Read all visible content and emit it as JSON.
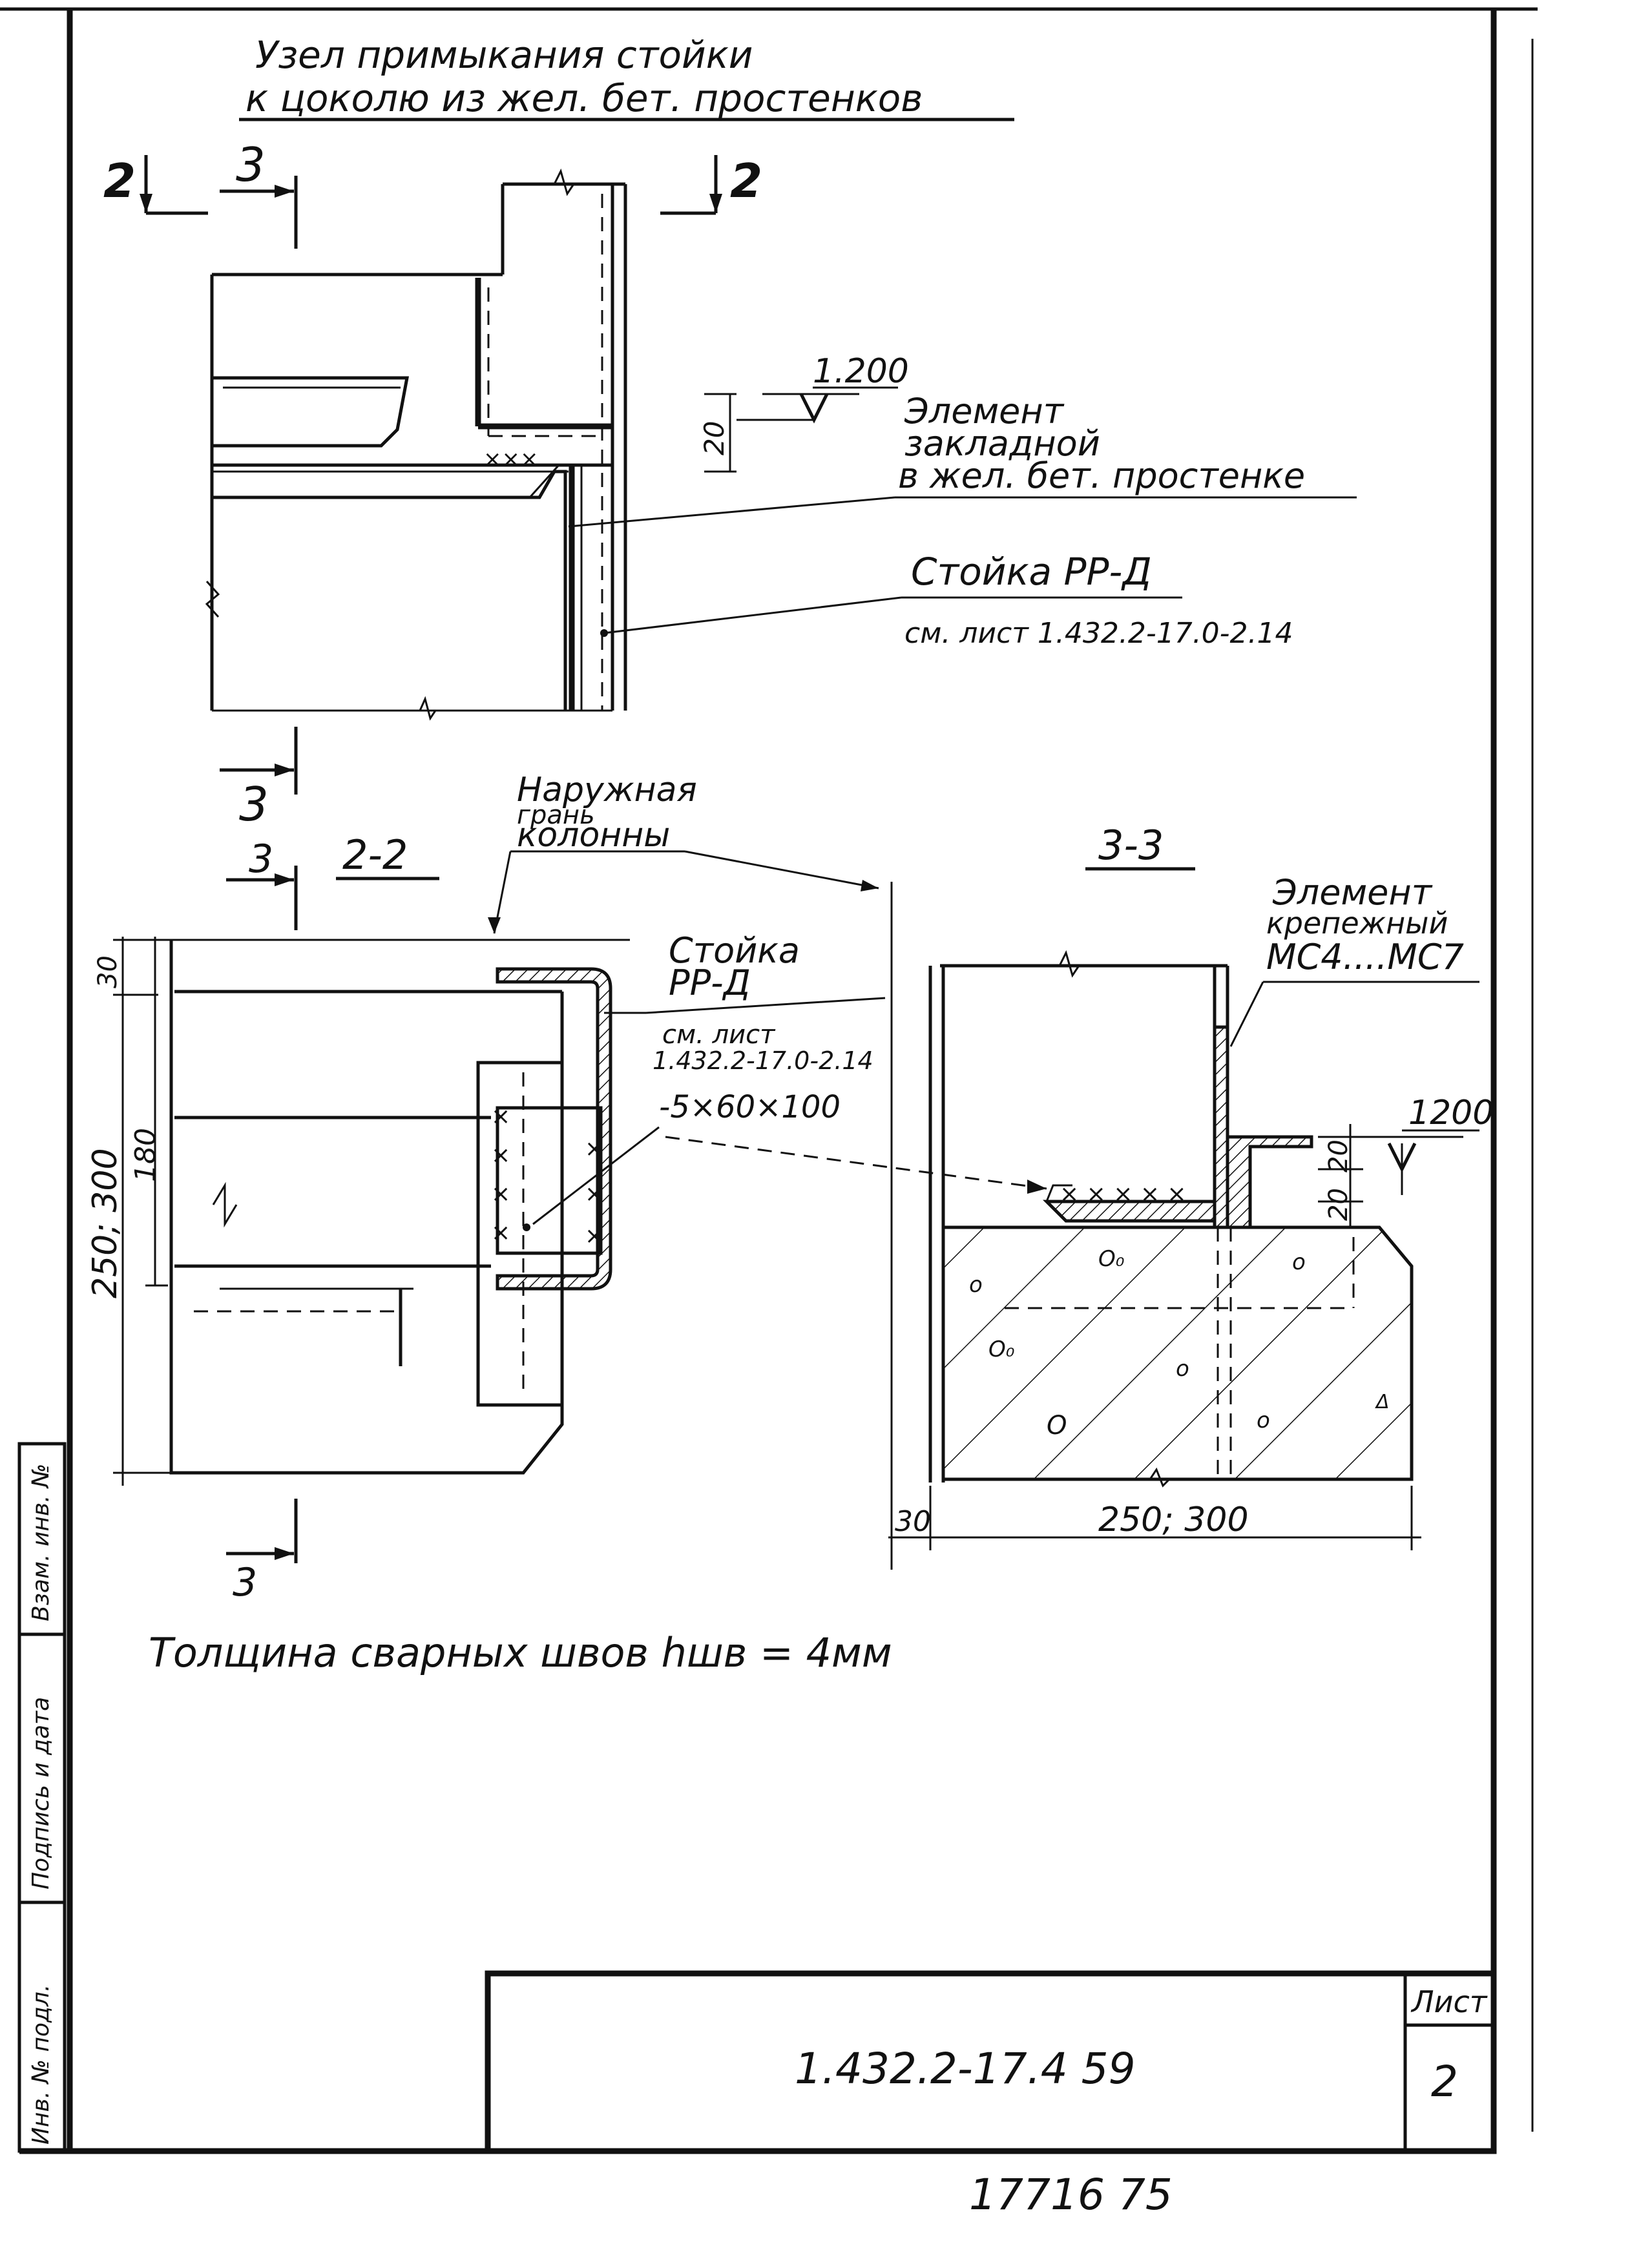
{
  "title": {
    "line1": "Узел примыкания стойки",
    "line2": "к цоколю из жел. бет. простенков"
  },
  "section_marks": {
    "mark_2_left": "2",
    "mark_2_right": "2",
    "mark_3_top": "3",
    "mark_3_mid": "3",
    "mark_3_mid2": "3",
    "mark_3_bottom": "3"
  },
  "plan_view": {
    "level": "1.200",
    "dim_20": "20",
    "element_label": [
      "Элемент",
      "закладной",
      "в жел. бет. простенке"
    ],
    "stoika_label": "Стойка РР-Д",
    "stoika_ref": "см. лист 1.432.2-17.0-2.14"
  },
  "section_2_2": {
    "title": "2-2",
    "edge_label": [
      "Наружная",
      "грань",
      "колонны"
    ],
    "stoika_label": [
      "Стойка",
      "РР-Д"
    ],
    "stoika_ref": [
      "см. лист",
      "1.432.2-17.0-2.14"
    ],
    "plate": "-5×60×100",
    "dim_30": "30",
    "dim_180": "180",
    "dim_250_300": "250; 300"
  },
  "section_3_3": {
    "title": "3-3",
    "element_label": [
      "Элемент",
      "крепежный",
      "МС4....МС7"
    ],
    "level": "1200",
    "dim_20a": "20",
    "dim_20b": "20",
    "dim_30": "30",
    "dim_250_300": "250; 300"
  },
  "weld_note": "Толщина сварных швов hшв = 4мм",
  "stamp": {
    "doc_code": "1.432.2-17.4 59",
    "sheet_label": "Лист",
    "sheet_no": "2",
    "inv_no": "17716 75"
  },
  "side_stamp": {
    "f1": "Инв. № подл.",
    "f2": "Подпись и дата",
    "f3": "Взам. инв. №"
  }
}
